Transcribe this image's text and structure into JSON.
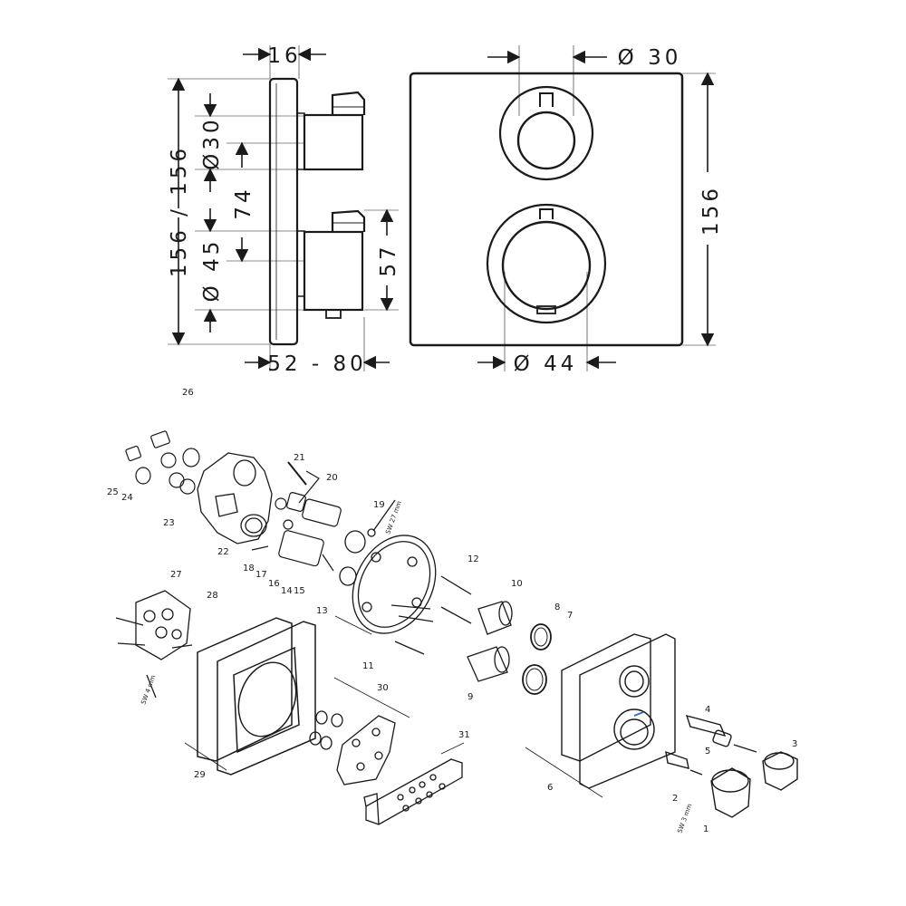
{
  "dimensions": {
    "depth_top": "16",
    "handle_diam_top": "Ø 30",
    "height_left": "156 / 156",
    "side_diam_top": "Ø30",
    "spacing": "74",
    "side_diam_bottom": "Ø 45",
    "lower_height": "57",
    "depth_range": "52 - 80",
    "height_right": "156",
    "handle_diam_bottom": "Ø 44"
  },
  "parts": {
    "p1": "1",
    "p2": "2",
    "p3": "3",
    "p4": "4",
    "p5": "5",
    "p6": "6",
    "p7": "7",
    "p8": "8",
    "p9": "9",
    "p10": "10",
    "p11": "11",
    "p12": "12",
    "p13": "13",
    "p14": "14",
    "p15": "15",
    "p16": "16",
    "p17": "17",
    "p18": "18",
    "p19": "19",
    "p20": "20",
    "p21": "21",
    "p22": "22",
    "p23": "23",
    "p24": "24",
    "p25": "25",
    "p26": "26",
    "p27": "27",
    "p28": "28",
    "p29": "29",
    "p30": "30",
    "p31": "31"
  },
  "tool_labels": {
    "sw27": "SW 27 mm",
    "sw4": "SW 4 mm",
    "sw3": "SW 3 mm"
  }
}
